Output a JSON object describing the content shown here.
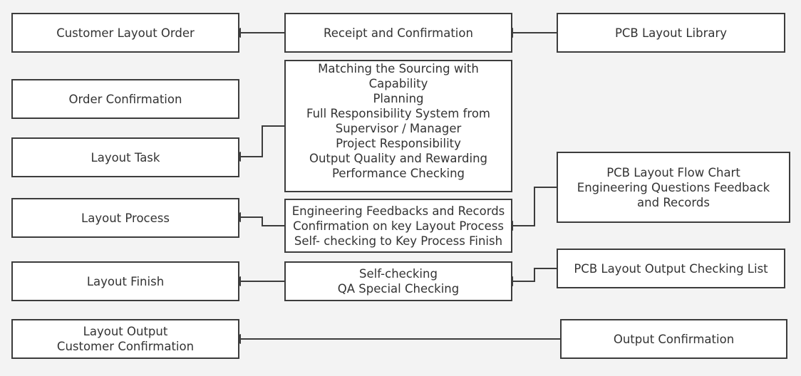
{
  "left_column": {
    "customer_layout_order": "Customer Layout Order",
    "order_confirmation": "Order Confirmation",
    "layout_task": "Layout Task",
    "layout_process": "Layout Process",
    "layout_finish": "Layout Finish",
    "layout_output": [
      "Layout Output",
      "Customer Confirmation"
    ]
  },
  "middle_column": {
    "receipt_confirmation": "Receipt and Confirmation",
    "task_details": [
      "Matching the Sourcing with",
      "Capability",
      "Planning",
      "Full Responsibility System from",
      "Supervisor / Manager",
      "Project Responsibility",
      "Output Quality and Rewarding",
      "Performance Checking"
    ],
    "process_details": [
      "Engineering Feedbacks and Records",
      "Confirmation on key Layout Process",
      "Self- checking to Key Process Finish"
    ],
    "finish_details": [
      "Self-checking",
      "QA Special Checking"
    ]
  },
  "right_column": {
    "pcb_layout_library": "PCB Layout Library",
    "flow_chart": [
      "PCB Layout Flow Chart",
      "Engineering Questions Feedback",
      "and Records"
    ],
    "checking_list": "PCB Layout Output Checking List",
    "output_confirmation": "Output Confirmation"
  },
  "colors": {
    "background": "#f3f3f3",
    "box_fill": "#ffffff",
    "box_border": "#3c3c3c",
    "text": "#333333",
    "connector": "#3c3c3c"
  }
}
